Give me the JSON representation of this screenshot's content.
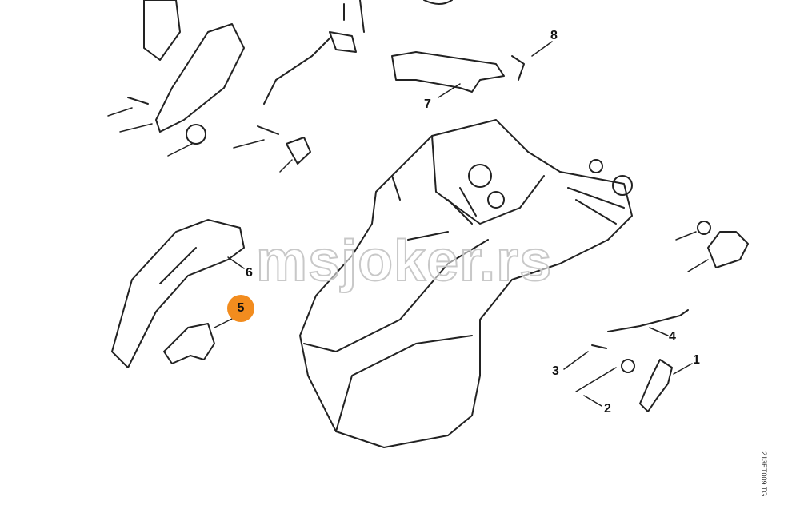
{
  "diagram": {
    "part_labels": [
      "1",
      "2",
      "3",
      "4",
      "5",
      "6",
      "7",
      "8"
    ],
    "highlighted_part": "5",
    "highlight_color": "#f28c1e",
    "watermark": "msjoker.rs",
    "drawing_code": "213ET009 TG"
  }
}
